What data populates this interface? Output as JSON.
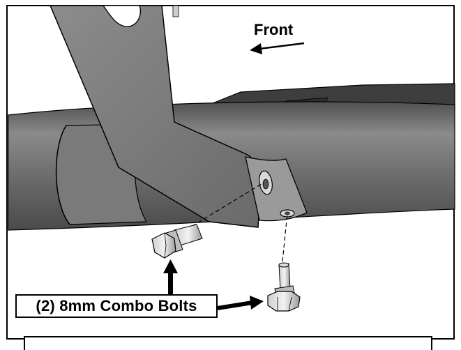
{
  "labels": {
    "direction": "Front",
    "fastener": "(2) 8mm Combo Bolts"
  },
  "colors": {
    "tube_body": "#6a6a6a",
    "tube_highlight": "#8a8a8a",
    "bracket": "#7d7d7d",
    "outline": "#000000"
  },
  "icons": {
    "direction_arrow": "left-arrow",
    "pointer_arrows": [
      "up-arrow",
      "right-arrow"
    ]
  }
}
